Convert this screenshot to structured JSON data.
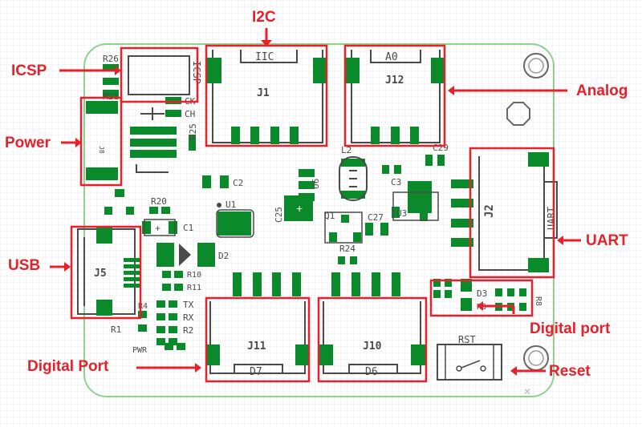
{
  "colors": {
    "pad": "#0a8a2a",
    "silk": "#4a4a4a",
    "outline": "#8fd08f",
    "callout": "#e8202a"
  },
  "callouts": {
    "i2c": "I2C",
    "icsp": "ICSP",
    "power": "Power",
    "analog": "Analog",
    "usb": "USB",
    "uart": "UART",
    "digital_port_left": "Digital Port",
    "digital_port_right": "Digital port",
    "reset": "Reset"
  },
  "silkscreen": {
    "iic": "IIC",
    "j1": "J1",
    "a0": "A0",
    "j12": "J12",
    "icsp": "ICSP",
    "r26": "R26",
    "r21": "R21",
    "ck": "CK",
    "ch": "CH",
    "r25": "R25",
    "j8": "J8",
    "l2": "L2",
    "c29": "C29",
    "c3": "C3",
    "u6": "U6",
    "c2": "C2",
    "u1": "U1",
    "r20": "R20",
    "c1": "C1",
    "c25": "C25",
    "q1": "Q1",
    "c27": "C27",
    "u3": "U3",
    "r24": "R24",
    "d2": "D2",
    "j5": "J5",
    "r10": "R10",
    "r11": "R11",
    "tx": "TX",
    "rx": "RX",
    "r1": "R1",
    "r2": "R2",
    "r4": "R4",
    "pwr": "PWR",
    "j11": "J11",
    "d7": "D7",
    "j10": "J10",
    "d6": "D6",
    "j2": "J2",
    "uart": "UART",
    "d3": "D3",
    "r6": "R6",
    "r8": "R8",
    "rst": "RST"
  }
}
